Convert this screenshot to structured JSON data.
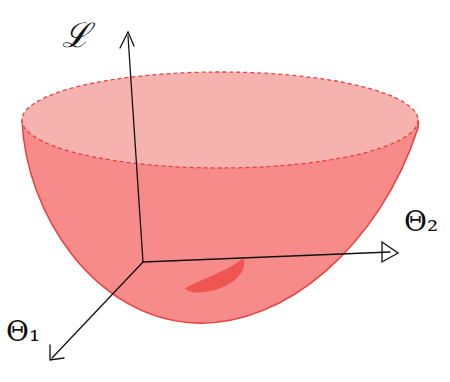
{
  "diagram": {
    "labels": [
      "ℒ",
      "Θ₂",
      "Θ₁"
    ]
  }
}
